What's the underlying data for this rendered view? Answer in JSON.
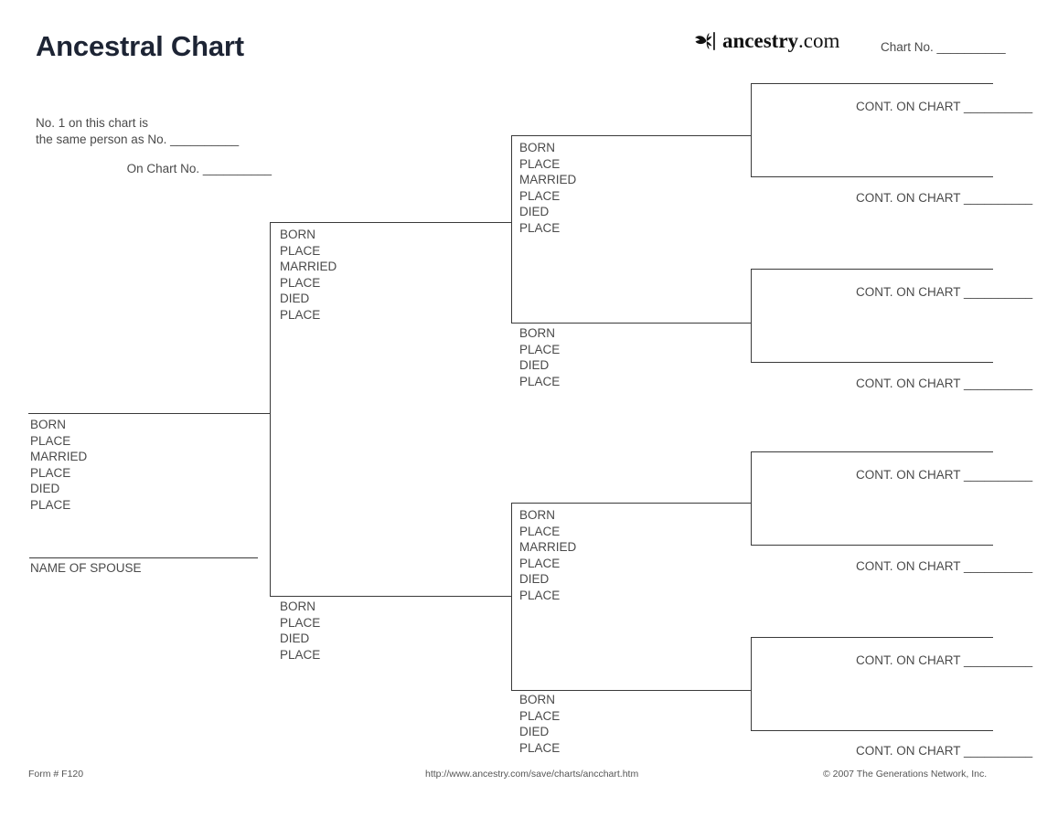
{
  "header": {
    "title": "Ancestral Chart",
    "brand_name": "ancestry",
    "brand_tld": ".com",
    "brand_icon": "leaf-icon",
    "chart_no_label": "Chart No. __________"
  },
  "note": {
    "line_1": "No. 1 on this chart is",
    "line_2": "the same person as No. __________",
    "line_3": "On Chart No. __________"
  },
  "labels": {
    "born": "BORN",
    "place": "PLACE",
    "married": "MARRIED",
    "died": "DIED",
    "spouse": "NAME OF SPOUSE",
    "cont_on_chart": "CONT. ON CHART __________"
  },
  "person_1": {
    "fields": [
      "BORN",
      "PLACE",
      "MARRIED",
      "PLACE",
      "DIED",
      "PLACE"
    ],
    "spouse_label": "NAME OF SPOUSE"
  },
  "generation_2": [
    {
      "role": "father",
      "fields": [
        "BORN",
        "PLACE",
        "MARRIED",
        "PLACE",
        "DIED",
        "PLACE"
      ]
    },
    {
      "role": "mother",
      "fields": [
        "BORN",
        "PLACE",
        "DIED",
        "PLACE"
      ]
    }
  ],
  "generation_3": [
    {
      "role": "father",
      "fields": [
        "BORN",
        "PLACE",
        "MARRIED",
        "PLACE",
        "DIED",
        "PLACE"
      ]
    },
    {
      "role": "mother",
      "fields": [
        "BORN",
        "PLACE",
        "DIED",
        "PLACE"
      ]
    },
    {
      "role": "father",
      "fields": [
        "BORN",
        "PLACE",
        "MARRIED",
        "PLACE",
        "DIED",
        "PLACE"
      ]
    },
    {
      "role": "mother",
      "fields": [
        "BORN",
        "PLACE",
        "DIED",
        "PLACE"
      ]
    }
  ],
  "generation_4": [
    {
      "cont": "CONT. ON CHART __________"
    },
    {
      "cont": "CONT. ON CHART __________"
    },
    {
      "cont": "CONT. ON CHART __________"
    },
    {
      "cont": "CONT. ON CHART __________"
    },
    {
      "cont": "CONT. ON CHART __________"
    },
    {
      "cont": "CONT. ON CHART __________"
    },
    {
      "cont": "CONT. ON CHART __________"
    },
    {
      "cont": "CONT. ON CHART __________"
    }
  ],
  "footer": {
    "form_number": "Form # F120",
    "url": "http://www.ancestry.com/save/charts/ancchart.htm",
    "copyright": "© 2007 The Generations Network, Inc."
  },
  "colors": {
    "title": "#1d2434",
    "text": "#4a4a4a",
    "rule": "#3a3a3a",
    "footer": "#555555"
  }
}
